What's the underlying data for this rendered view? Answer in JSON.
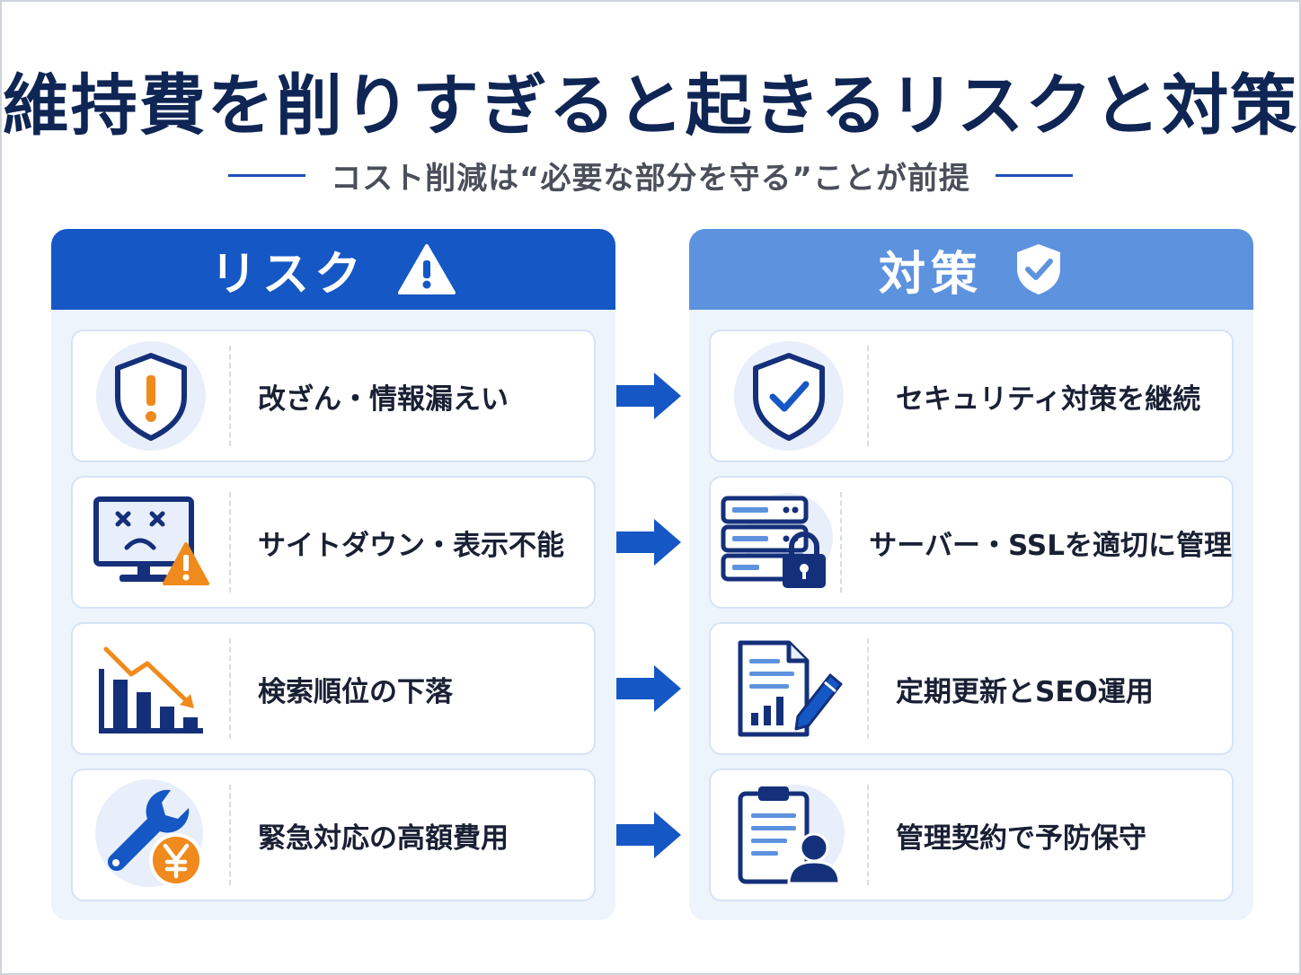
{
  "title": "維持費を削りすぎると起きるリスクと対策",
  "subtitle": "コスト削減は“必要な部分を守る”ことが前提",
  "risk_column": {
    "header": "リスク",
    "items": [
      {
        "label": "改ざん・情報漏えい",
        "icon": "shield-warning-icon"
      },
      {
        "label": "サイトダウン・表示不能",
        "icon": "broken-monitor-icon"
      },
      {
        "label": "検索順位の下落",
        "icon": "declining-chart-icon"
      },
      {
        "label": "緊急対応の高額費用",
        "icon": "wrench-yen-icon"
      }
    ]
  },
  "measure_column": {
    "header": "対策",
    "items": [
      {
        "label": "セキュリティ対策を継続",
        "icon": "shield-check-icon"
      },
      {
        "label": "サーバー・SSLを適切に管理",
        "icon": "server-lock-icon"
      },
      {
        "label": "定期更新とSEO運用",
        "icon": "document-edit-icon"
      },
      {
        "label": "管理契約で予防保守",
        "icon": "clipboard-person-icon"
      }
    ]
  },
  "colors": {
    "title": "#0f2554",
    "risk_header": "#1557c4",
    "measure_header": "#5d92de",
    "arrow": "#1557c4",
    "warning_orange": "#f08a1c"
  }
}
